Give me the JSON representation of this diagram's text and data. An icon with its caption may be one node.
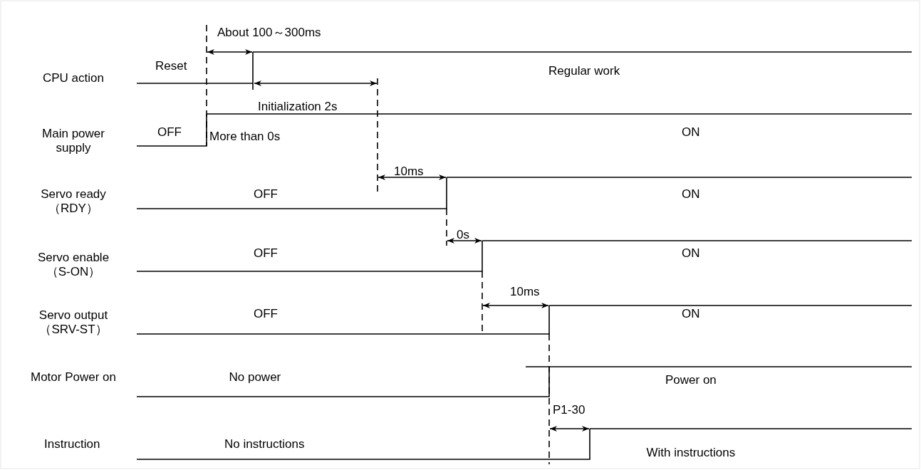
{
  "diagram": {
    "labels": [
      "About 100～300ms",
      "Reset",
      "CPU action",
      "Regular work",
      "Initialization 2s",
      "OFF",
      "Main power supply",
      "More than 0s",
      "ON",
      "10ms",
      "Servo ready （RDY）",
      "OFF",
      "ON",
      "0s",
      "Servo enable （S-ON）",
      "OFF",
      "ON",
      "10ms",
      "Servo output （SRV-ST）",
      "OFF",
      "ON",
      "Motor Power on",
      "No power",
      "Power on",
      "P1-30",
      "Instruction",
      "No instructions",
      "With instructions"
    ]
  }
}
